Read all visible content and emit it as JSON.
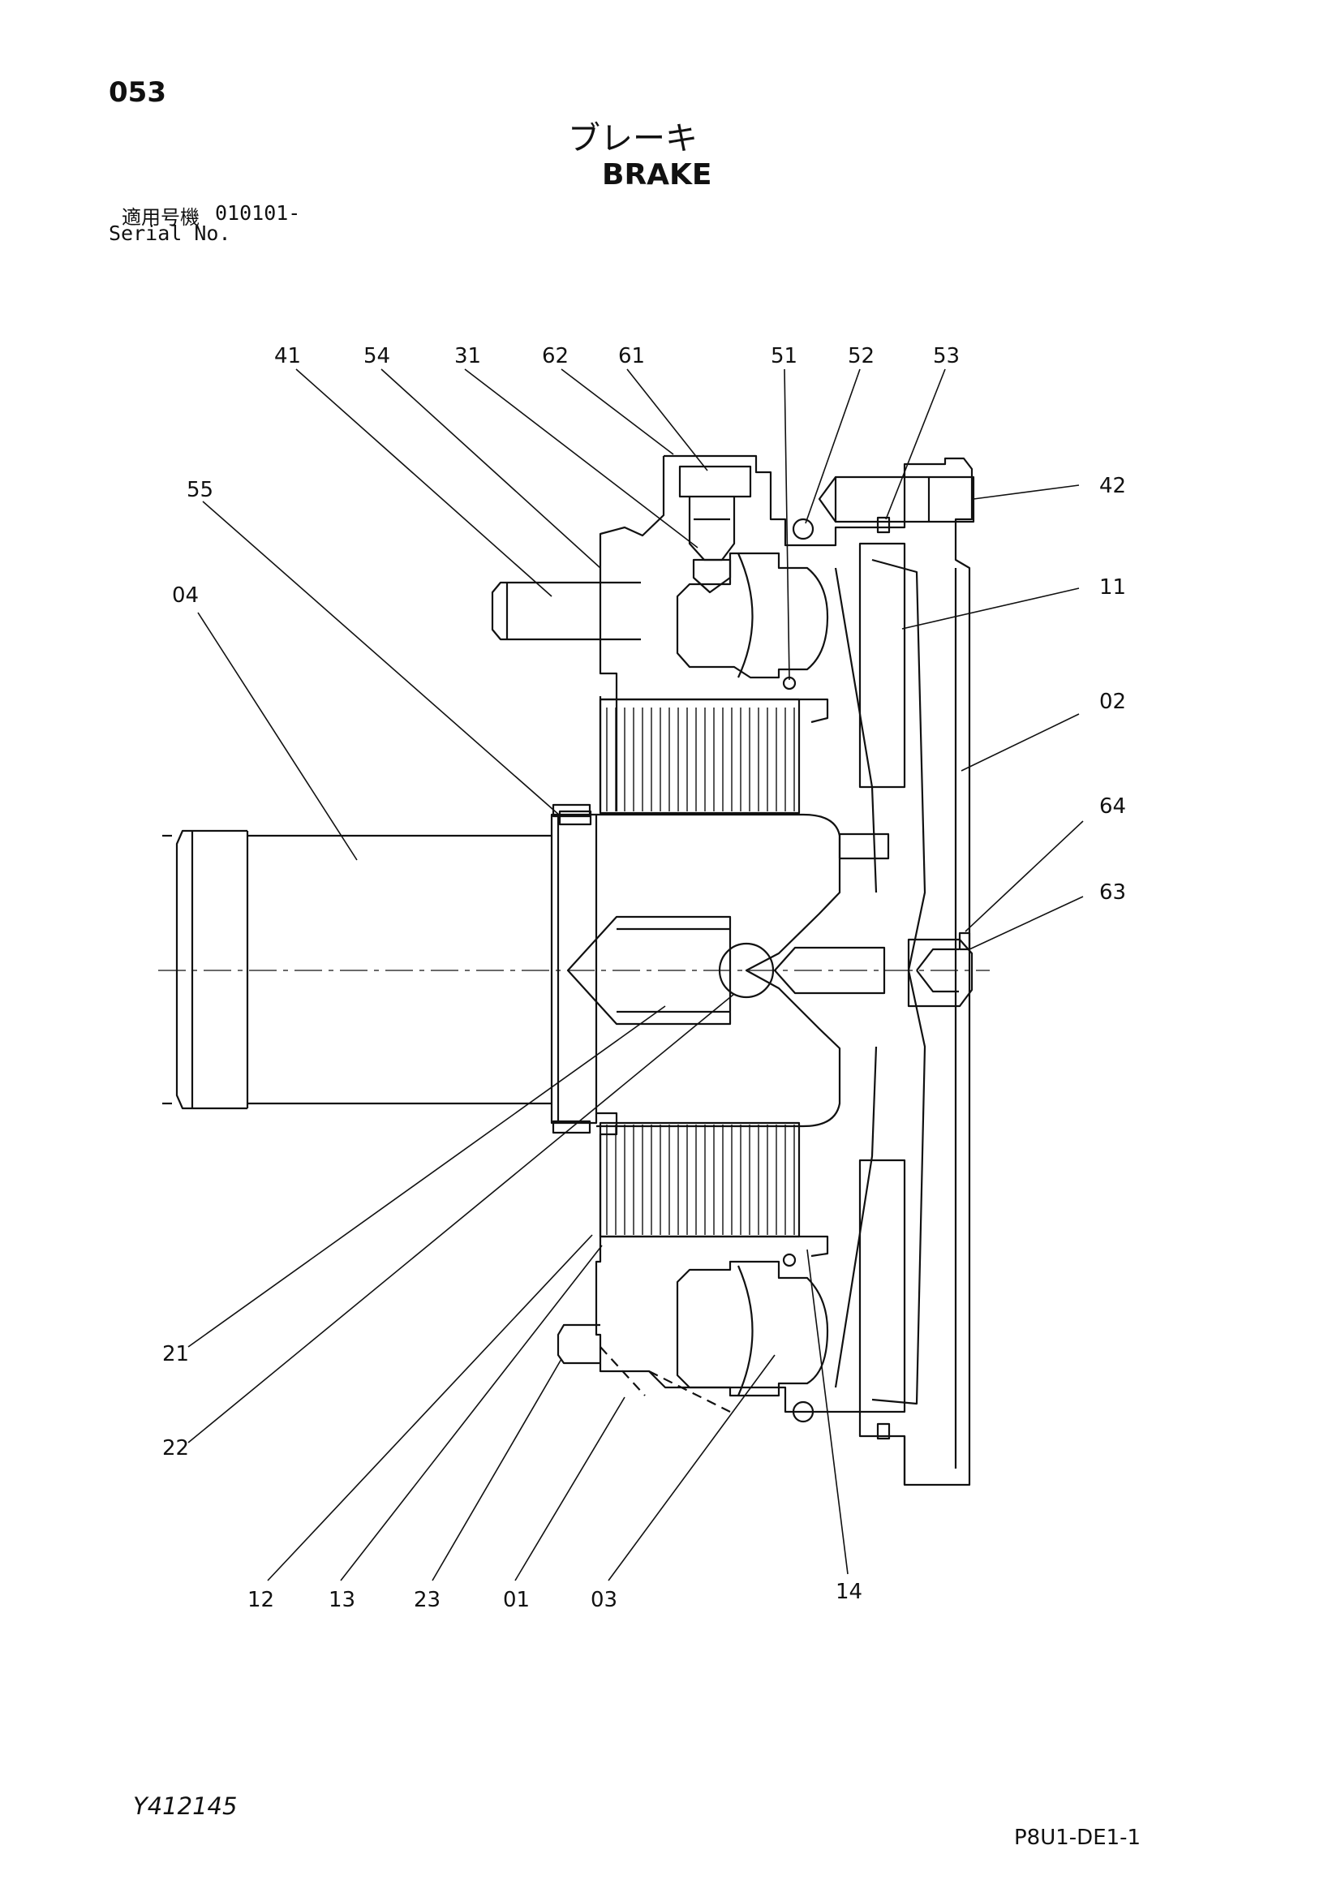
{
  "header": {
    "page_number": "053",
    "title_jp": "ブレーキ",
    "title_en": "BRAKE",
    "serial_label_jp": "適用号機",
    "serial_label_en": "Serial No.",
    "serial_value": "010101-"
  },
  "footer": {
    "drawing_code": "Y412145",
    "ref_code": "P8U1-DE1-1"
  },
  "part_labels": [
    "41",
    "54",
    "31",
    "62",
    "61",
    "51",
    "52",
    "53",
    "42",
    "55",
    "11",
    "04",
    "02",
    "64",
    "63",
    "21",
    "22",
    "12",
    "13",
    "23",
    "01",
    "03",
    "14"
  ],
  "colors": {
    "line": "#111111",
    "background": "#ffffff"
  }
}
